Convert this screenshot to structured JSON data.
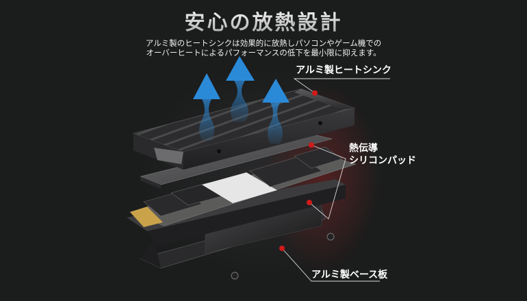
{
  "header": {
    "title": "安心の放熱設計",
    "description_line1": "アルミ製のヒートシンクは効果的に放熱しパソコンやゲーム機での",
    "description_line2": "オーバーヒートによるパフォーマンスの低下を最小限に抑えます。"
  },
  "callouts": [
    {
      "label": "アルミ製ヒートシンク"
    },
    {
      "label_line1": "熱伝導",
      "label_line2": "シリコンパッド"
    },
    {
      "label": "アルミ製ベース板"
    }
  ],
  "colors": {
    "background": "#1b1c1c",
    "callout_dot": "#d11a1a",
    "arrow_blue": "#2b8ad8",
    "glow_red": "#7a1e1e"
  },
  "icons": {
    "heat_arrows": "up-arrow-icon"
  }
}
